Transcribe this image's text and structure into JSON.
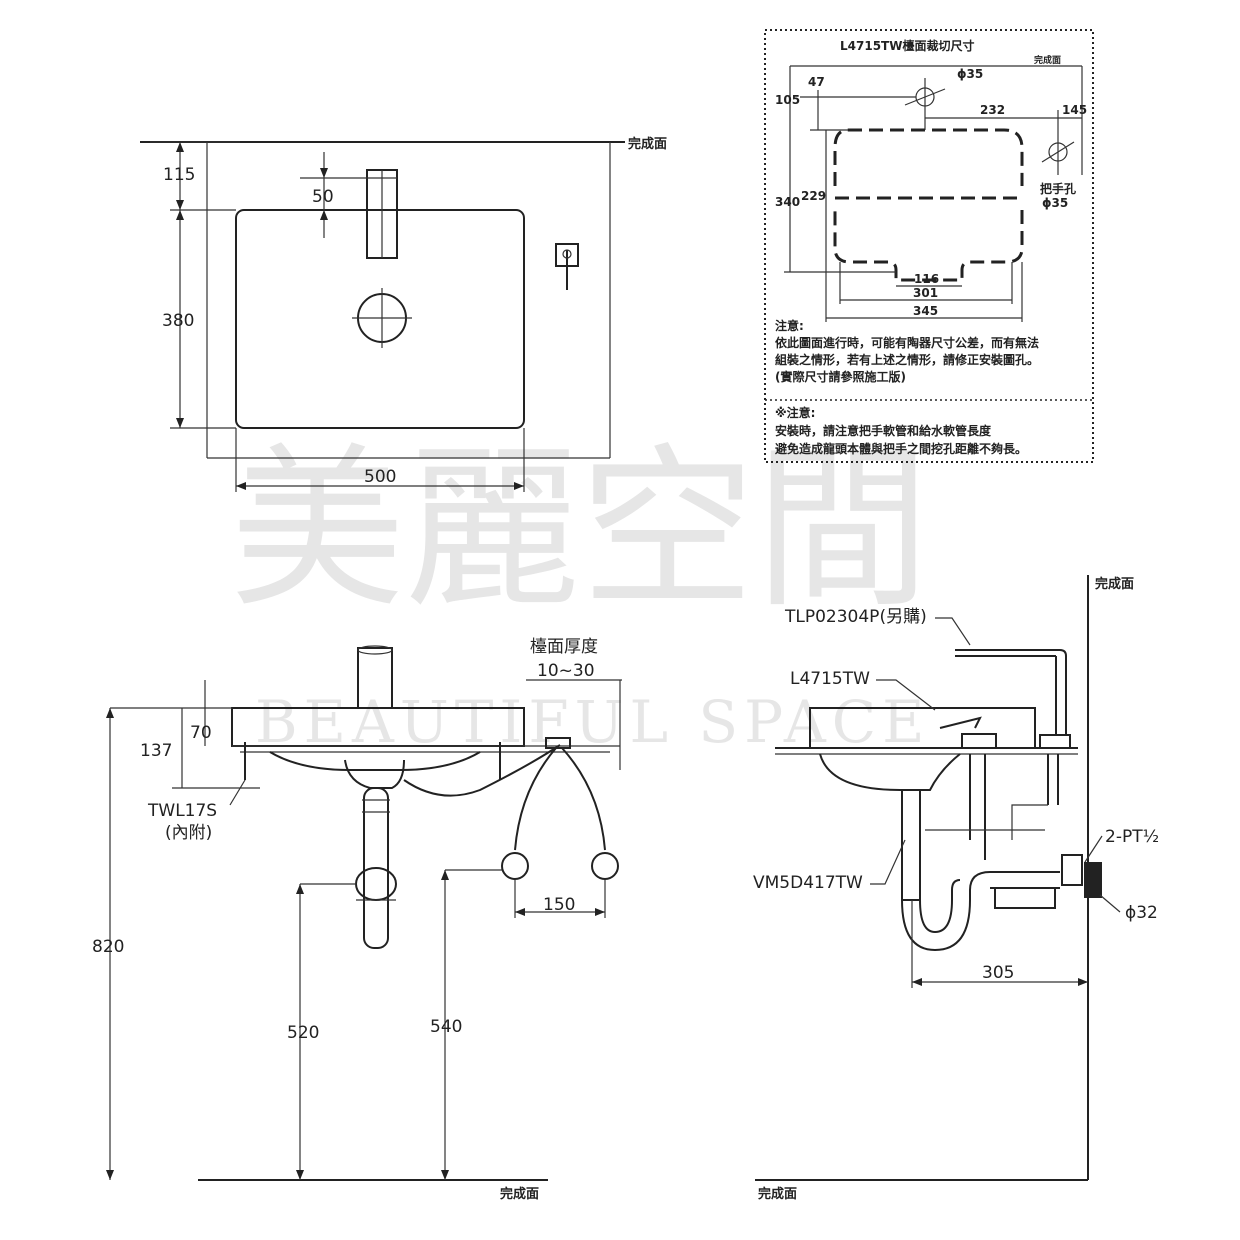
{
  "watermark": {
    "cn": "美麗空間",
    "en": "BEAUTIFUL SPACE"
  },
  "top_view": {
    "finish_surface": "完成面",
    "dim_115": "115",
    "dim_50": "50",
    "dim_380": "380",
    "dim_500": "500"
  },
  "cutout": {
    "title": "L4715TW檯面裁切尺寸",
    "finish_surface": "完成面",
    "dim_47": "47",
    "dim_phi35": "ϕ35",
    "dim_105": "105",
    "dim_232": "232",
    "dim_145": "145",
    "dim_340": "340",
    "dim_229": "229",
    "handle_hole": "把手孔",
    "handle_hole_phi": "ϕ35",
    "dim_116": "116",
    "dim_301": "301",
    "dim_345": "345",
    "note_title": "注意:",
    "note_1": "依此圖面進行時，可能有陶器尺寸公差，而有無法",
    "note_2": "組裝之情形，若有上述之情形，請修正安裝圖孔。",
    "note_3": "(實際尺寸請參照施工版)",
    "warn_title": "※注意:",
    "warn_1": "安裝時，請注意把手軟管和給水軟管長度",
    "warn_2": "避免造成龍頭本體與把手之間挖孔距離不夠長。"
  },
  "front_view": {
    "counter_thickness": "檯面厚度",
    "thickness_range": "10~30",
    "dim_70": "70",
    "dim_137": "137",
    "part_twl17s": "TWL17S",
    "included": "(內附)",
    "dim_150": "150",
    "dim_820": "820",
    "dim_520": "520",
    "dim_540": "540",
    "finish_surface": "完成面"
  },
  "side_view": {
    "finish_surface_top": "完成面",
    "part_tlp": "TLP02304P(另購)",
    "part_l4715": "L4715TW",
    "part_pt": "2-PT½",
    "part_vm": "VM5D417TW",
    "dim_phi32": "ϕ32",
    "dim_305": "305",
    "finish_surface_bottom": "完成面"
  }
}
